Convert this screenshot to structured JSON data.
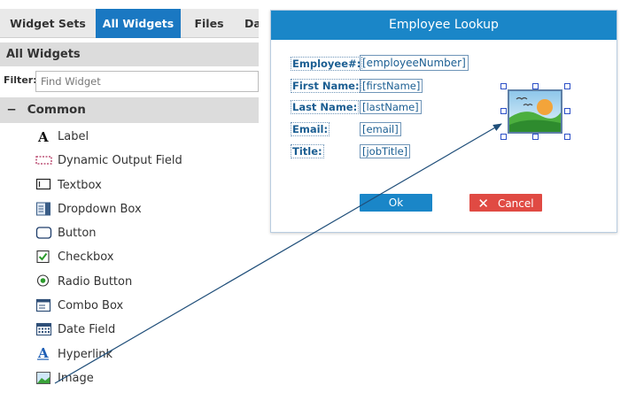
{
  "tabs": [
    {
      "label": "Widget Sets",
      "active": false
    },
    {
      "label": "All Widgets",
      "active": true
    },
    {
      "label": "Files",
      "active": false
    },
    {
      "label": "Da",
      "active": false
    }
  ],
  "panel": {
    "title": "All Widgets",
    "filter_label": "Filter:",
    "filter_placeholder": "Find Widget",
    "filter_value": "",
    "group": {
      "collapse_symbol": "−",
      "label": "Common"
    }
  },
  "widgets": [
    {
      "label": "Label",
      "icon": "label-icon"
    },
    {
      "label": "Dynamic Output Field",
      "icon": "dynamic-output-field-icon"
    },
    {
      "label": "Textbox",
      "icon": "textbox-icon"
    },
    {
      "label": "Dropdown Box",
      "icon": "dropdown-box-icon"
    },
    {
      "label": "Button",
      "icon": "button-icon"
    },
    {
      "label": "Checkbox",
      "icon": "checkbox-icon"
    },
    {
      "label": "Radio Button",
      "icon": "radio-button-icon"
    },
    {
      "label": "Combo Box",
      "icon": "combo-box-icon"
    },
    {
      "label": "Date Field",
      "icon": "date-field-icon"
    },
    {
      "label": "Hyperlink",
      "icon": "hyperlink-icon"
    },
    {
      "label": "Image",
      "icon": "image-icon"
    }
  ],
  "dialog": {
    "title": "Employee Lookup",
    "fields": [
      {
        "label": "Employee#:",
        "value": "[employeeNumber]"
      },
      {
        "label": "First Name:",
        "value": "[firstName]"
      },
      {
        "label": "Last Name:",
        "value": "[lastName]"
      },
      {
        "label": "Email:",
        "value": "[email]"
      },
      {
        "label": "Title:",
        "value": "[jobTitle]"
      }
    ],
    "ok_label": "Ok",
    "cancel_symbol": "✕",
    "cancel_label": "Cancel"
  },
  "colors": {
    "accent": "#1a86c8",
    "tab_active": "#1a78c2",
    "cancel": "#e04a43",
    "field_text": "#1b5e92",
    "connector": "#1f4e79"
  }
}
